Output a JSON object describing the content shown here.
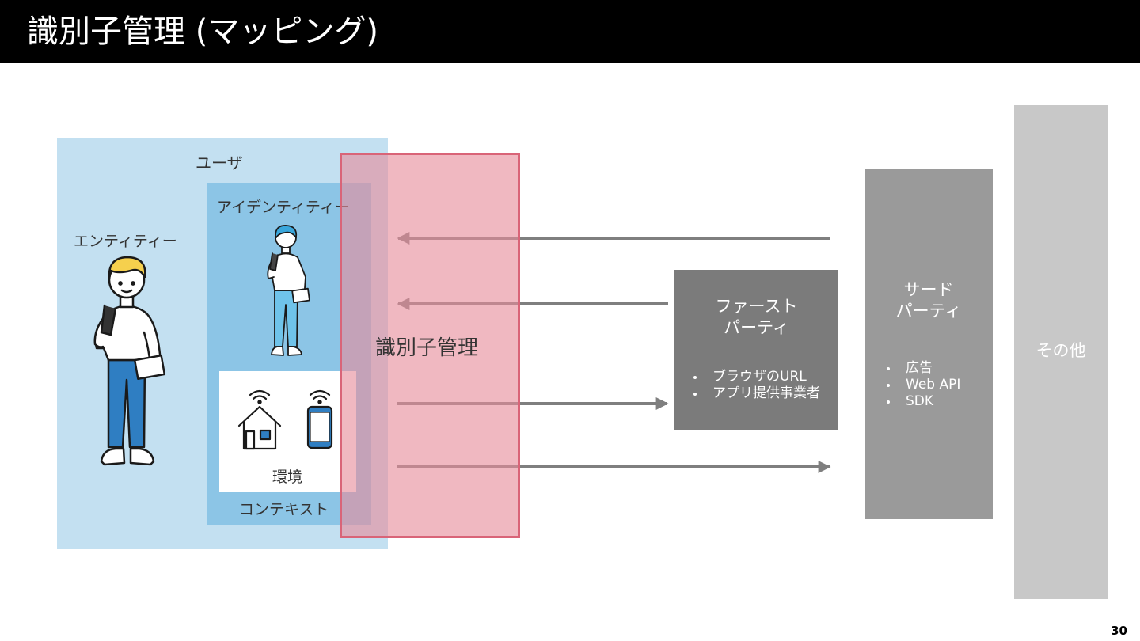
{
  "header": {
    "title": "識別子管理 (マッピング)"
  },
  "diagram": {
    "user_label": "ユーザ",
    "identity_label": "アイデンティティー",
    "entity_label": "エンティティー",
    "environment_label": "環境",
    "context_label": "コンテキスト",
    "id_management_label": "識別子管理",
    "first_party": {
      "title_line1": "ファースト",
      "title_line2": "パーティ",
      "items": [
        "ブラウザのURL",
        "アプリ提供事業者"
      ]
    },
    "third_party": {
      "title_line1": "サード",
      "title_line2": "パーティ",
      "items": [
        "広告",
        "Web API",
        "SDK"
      ]
    },
    "other_label": "その他"
  },
  "colors": {
    "user_bg": "#c3e0f1",
    "identity_bg": "#8cc5e6",
    "id_management_fill": "#e68c9b",
    "id_management_border": "#d96478",
    "first_party_bg": "#7b7b7b",
    "third_party_bg": "#9a9a9a",
    "other_bg": "#c8c8c8",
    "arrow": "#7f7f7f"
  },
  "icons": [
    "person-large-icon",
    "person-small-icon",
    "house-wifi-icon",
    "smartphone-wifi-icon"
  ],
  "page_number": "30"
}
